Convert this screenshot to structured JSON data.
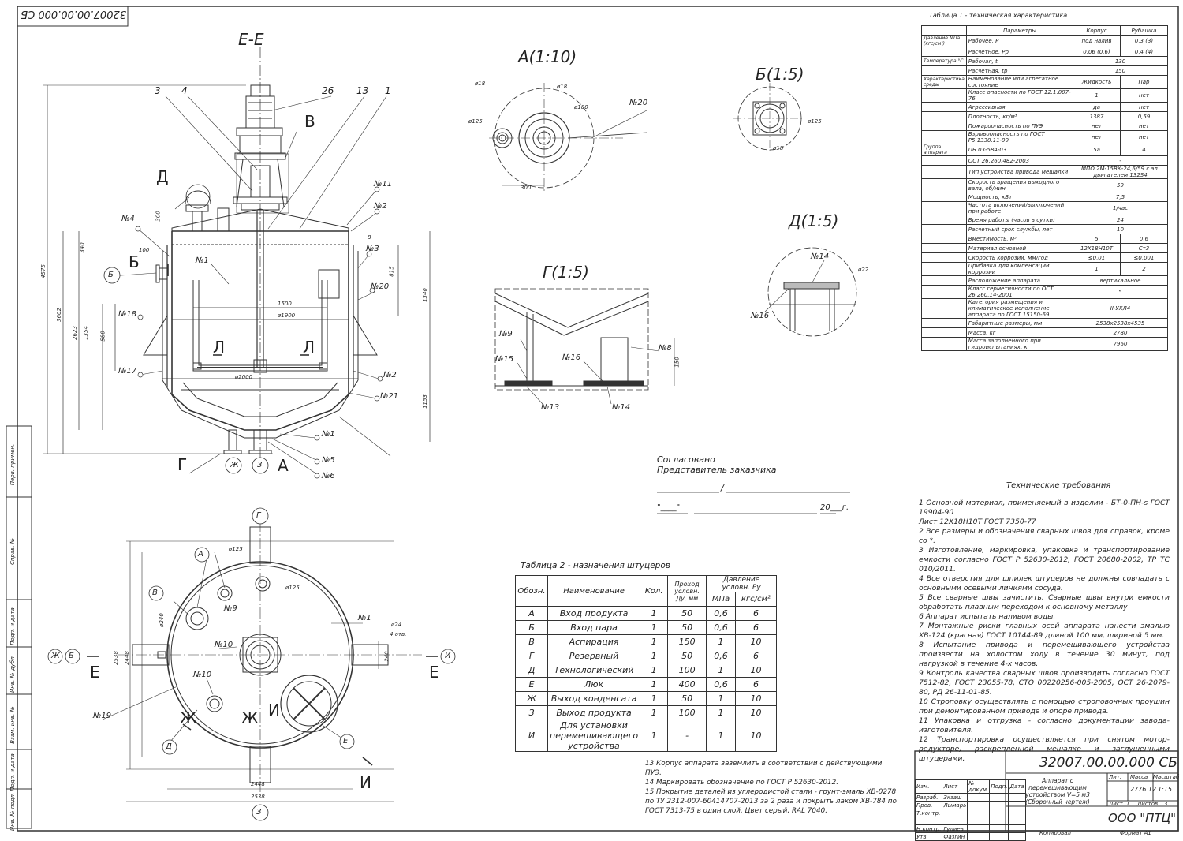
{
  "drawing": {
    "number": "32007.00.00.000 СБ",
    "number_rotated": "32007.00.00.000 СБ",
    "name": "Аппарат с перемешивающим устройством V=5 м3 (Сборочный чертеж)",
    "company": "ООО \"ПТЦ\"",
    "mass": "2776.12",
    "scale": "1:15",
    "sheet_label": "Лист",
    "sheets_label": "Листов",
    "sheet": "1",
    "sheets": "3",
    "copied": "Копировал",
    "format": "Формат A1",
    "stamp_headers": [
      "Изм.",
      "Лист",
      "№ докум.",
      "Подп.",
      "Дата"
    ],
    "stamp_col_labels": [
      "Лит.",
      "Масса",
      "Масштаб"
    ],
    "stamp_rows": [
      {
        "role": "Разраб.",
        "name": "Зкзаш"
      },
      {
        "role": "Пров.",
        "name": "Лымарь"
      },
      {
        "role": "Т.контр.",
        "name": ""
      },
      {
        "role": "",
        "name": ""
      },
      {
        "role": "Н.контр.",
        "name": "Гулиев"
      },
      {
        "role": "Утв.",
        "name": "Фазгин"
      }
    ]
  },
  "side_stamps": [
    "Перв. примен.",
    "Справ. №",
    "Подп. и дата",
    "Инв. № дубл.",
    "Взам. инв. №",
    "Подп. и дата",
    "Инв. № подл."
  ],
  "views": {
    "section": "Е-Е",
    "view_a": "А(1:10)",
    "view_b": "Б(1:5)",
    "view_g": "Г(1:5)",
    "view_d": "Д(1:5)",
    "callouts_top": [
      "3",
      "4",
      "26",
      "13",
      "1"
    ],
    "letters": [
      "В",
      "Д",
      "Б",
      "Л",
      "Л",
      "Г",
      "Ж",
      "З",
      "А",
      "Е",
      "Е",
      "Ж",
      "Ж",
      "И",
      "И"
    ],
    "pos_labels": [
      "№11",
      "№2",
      "№4",
      "№3",
      "№20",
      "№1",
      "№18",
      "№17",
      "№2",
      "№21",
      "№1",
      "№5",
      "№6",
      "№1",
      "№9",
      "№10",
      "№10",
      "№19",
      "№20",
      "№9",
      "№15",
      "№16",
      "№8",
      "№13",
      "№14",
      "№14",
      "№16"
    ],
    "dims_main": [
      "4575",
      "3602",
      "2623",
      "1354",
      "580",
      "340",
      "300",
      "100",
      "8",
      "815",
      "1340",
      "1153",
      "1500",
      "ø1900",
      "ø2000",
      "150",
      "300",
      "ø18",
      "ø18",
      "ø180",
      "ø125",
      "ø125",
      "ø18",
      "ø22",
      "ø24",
      "4 отв.",
      "2538",
      "2448",
      "2448",
      "2538",
      "240",
      "ø240",
      "ø125",
      "ø125"
    ]
  },
  "table1": {
    "caption": "Таблица 1 - техническая характеристика",
    "headers": [
      "Параметры",
      "Корпус",
      "Рубашка"
    ],
    "rows": [
      {
        "group": "Давление МПа (кгс/см²)",
        "param": "Рабочее, Р",
        "a": "под налив",
        "b": "0,3 (3)"
      },
      {
        "group": "",
        "param": "Расчетное, Рр",
        "a": "0,06 (0,6)",
        "b": "0,4 (4)"
      },
      {
        "group": "Температура °С",
        "param": "Рабочая, t",
        "a": "130",
        "b": ""
      },
      {
        "group": "",
        "param": "Расчетная, tp",
        "a": "150",
        "b": ""
      },
      {
        "group": "Характеристика среды",
        "param": "Наименование или агрегатное состояние",
        "a": "Жидкость",
        "b": "Пар"
      },
      {
        "group": "",
        "param": "Класс опасности по ГОСТ 12.1.007-76",
        "a": "1",
        "b": "нет"
      },
      {
        "group": "",
        "param": "Агрессивная",
        "a": "да",
        "b": "нет"
      },
      {
        "group": "",
        "param": "Плотность, кг/м³",
        "a": "1387",
        "b": "0,59"
      },
      {
        "group": "",
        "param": "Пожароопасность по ПУЭ",
        "a": "нет",
        "b": "нет"
      },
      {
        "group": "",
        "param": "Взрывоопасность по ГОСТ Р5.1330.11-99",
        "a": "нет",
        "b": "нет"
      },
      {
        "group": "Группа аппарата",
        "param": "ПБ 03-584-03",
        "a": "5а",
        "b": "4"
      },
      {
        "group": "",
        "param": "ОСТ 26.260.482-2003",
        "a": "-",
        "b": ""
      },
      {
        "group": "",
        "param": "Тип устройства привода мешалки",
        "a": "МПО 2М-15ВК-24,6/59 с эл. двигателем 132S4",
        "b": ""
      },
      {
        "group": "",
        "param": "Скорость вращения выходного вала, об/мин",
        "a": "59",
        "b": ""
      },
      {
        "group": "",
        "param": "Мощность, кВт",
        "a": "7,5",
        "b": ""
      },
      {
        "group": "",
        "param": "Частота включений/выключений при работе",
        "a": "1/час",
        "b": ""
      },
      {
        "group": "",
        "param": "Время работы (часов в сутки)",
        "a": "24",
        "b": ""
      },
      {
        "group": "",
        "param": "Расчетный срок службы, лет",
        "a": "10",
        "b": ""
      },
      {
        "group": "",
        "param": "Вместимость, м³",
        "a": "5",
        "b": "0,6"
      },
      {
        "group": "",
        "param": "Материал основной",
        "a": "12Х18Н10Т",
        "b": "Ст3"
      },
      {
        "group": "",
        "param": "Скорость коррозии, мм/год",
        "a": "≤0,01",
        "b": "≤0,001"
      },
      {
        "group": "",
        "param": "Прибавка для компенсации коррозии",
        "a": "1",
        "b": "2"
      },
      {
        "group": "",
        "param": "Расположение аппарата",
        "a": "вертикальное",
        "b": ""
      },
      {
        "group": "",
        "param": "Класс герметичности по ОСТ 26.260.14-2001",
        "a": "5",
        "b": ""
      },
      {
        "group": "",
        "param": "Категория размещения и климатическое исполнение аппарата по ГОСТ 15150-69",
        "a": "II-УХЛ4",
        "b": ""
      },
      {
        "group": "",
        "param": "Габаритные размеры, мм",
        "a": "2538х2538х4535",
        "b": ""
      },
      {
        "group": "",
        "param": "Масса, кг",
        "a": "2780",
        "b": ""
      },
      {
        "group": "",
        "param": "Масса заполненного при гидроиспытаниях, кг",
        "a": "7960",
        "b": ""
      }
    ]
  },
  "table2": {
    "caption": "Таблица 2 - назначения штуцеров",
    "headers": [
      "Обозн.",
      "Наименование",
      "Кол.",
      "Проход условн. Ду, мм",
      "Давление условн. Ру",
      "МПа",
      "кгс/см²"
    ],
    "rows": [
      [
        "А",
        "Вход продукта",
        "1",
        "50",
        "0,6",
        "6"
      ],
      [
        "Б",
        "Вход пара",
        "1",
        "50",
        "0,6",
        "6"
      ],
      [
        "В",
        "Аспирация",
        "1",
        "150",
        "1",
        "10"
      ],
      [
        "Г",
        "Резервный",
        "1",
        "50",
        "0,6",
        "6"
      ],
      [
        "Д",
        "Технологический",
        "1",
        "100",
        "1",
        "10"
      ],
      [
        "Е",
        "Люк",
        "1",
        "400",
        "0,6",
        "6"
      ],
      [
        "Ж",
        "Выход конденсата",
        "1",
        "50",
        "1",
        "10"
      ],
      [
        "З",
        "Выход продукта",
        "1",
        "100",
        "1",
        "10"
      ],
      [
        "И",
        "Для установки перемешивающего устройства",
        "1",
        "-",
        "1",
        "10"
      ]
    ]
  },
  "approval": {
    "line1": "Согласовано",
    "line2": "Представитель заказчика",
    "sign": "/",
    "date_prefix": "\"____\"",
    "date_suffix": "20___г."
  },
  "requirements": {
    "title": "Технические требования",
    "items": [
      "1 Основной материал, применяемый в изделии - БТ-0-ПН-s ГОСТ 19904-90",
      "Лист 12Х18Н10Т ГОСТ 7350-77",
      "2 Все размеры и обозначения сварных швов для справок, кроме со *.",
      "3 Изготовление, маркировка, упаковка и транспортирование емкости согласно ГОСТ Р 52630-2012, ГОСТ 20680-2002, ТР ТС 010/2011.",
      "4 Все отверстия для шпилек штуцеров не должны совпадать с основными осевыми линиями сосуда.",
      "5 Все сварные швы зачистить. Сварные швы внутри емкости обработать плавным переходом к основному металлу",
      "6 Аппарат испытать наливом воды.",
      "7 Монтажные риски главных осей аппарата нанести эмалью ХВ-124 (красная) ГОСТ 10144-89 длиной 100 мм, шириной 5 мм.",
      "8 Испытание привода и перемешивающего устройства произвести на холостом ходу в течение 30 минут, под нагрузкой в течение 4-х часов.",
      "9 Контроль качества сварных швов производить согласно ГОСТ 7512-82, ГОСТ 23055-78, СТО 00220256-005-2005, ОСТ 26-2079-80, РД 26-11-01-85.",
      "10 Строповку осуществлять с помощью строповочных проушин при демонтированном приводе и опоре привода.",
      "11 Упаковка и отгрузка - согласно документации завода-изготовителя.",
      "12 Транспортировка осуществляется при снятом мотор-редукторе, раскрепленной мешалке и заглушенными штуцерами."
    ],
    "notes": [
      "13 Корпус аппарата заземлить в соответствии с действующими ПУЭ.",
      "14 Маркировать обозначение по ГОСТ Р 52630-2012.",
      "15 Покрытие деталей из углеродистой стали - грунт-эмаль ХВ-0278 по ТУ 2312-007-60414707-2013 за 2 раза и покрыть лаком ХВ-784 по ГОСТ 7313-75 в один слой. Цвет серый, RAL 7040."
    ]
  }
}
